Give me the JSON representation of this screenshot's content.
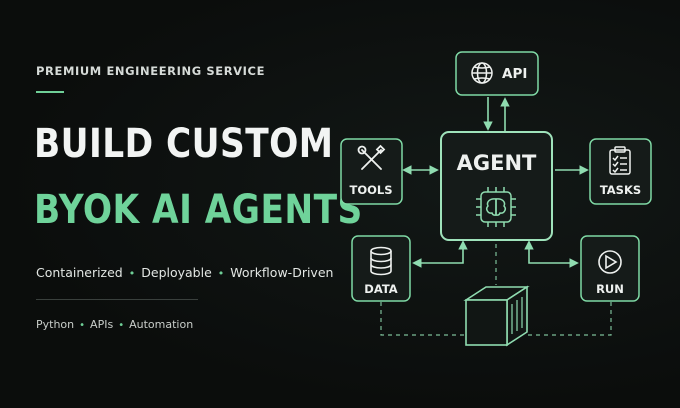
{
  "eyebrow": "PREMIUM ENGINEERING SERVICE",
  "headline": {
    "line1": "BUILD CUSTOM",
    "line2": "BYOK AI AGENTS"
  },
  "features": [
    "Containerized",
    "Deployable",
    "Workflow-Driven"
  ],
  "tech": [
    "Python",
    "APIs",
    "Automation"
  ],
  "diagram": {
    "agent": "AGENT",
    "api": "API",
    "tools": "TOOLS",
    "tasks": "TASKS",
    "data": "DATA",
    "run": "RUN"
  },
  "colors": {
    "accent": "#6fd39a",
    "background": "#0c0f0e",
    "node_fill": "#151b19",
    "node_stroke": "#7fd9a5"
  },
  "icons": {
    "api": "globe-icon",
    "tools": "wrench-screwdriver-icon",
    "tasks": "clipboard-checklist-icon",
    "data": "database-icon",
    "run": "play-circle-icon",
    "agent": "chip-brain-icon",
    "container": "container-box-icon"
  }
}
